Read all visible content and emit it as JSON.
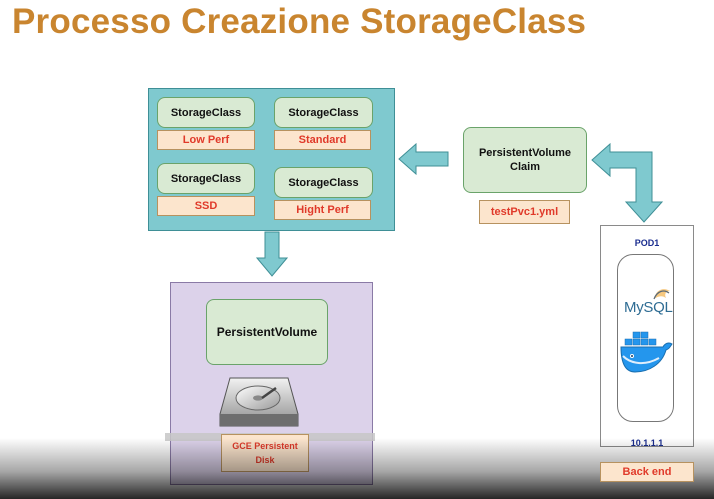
{
  "title": "Processo Creazione StorageClass",
  "storage_classes": [
    {
      "label": "StorageClass",
      "tag": "Low Perf"
    },
    {
      "label": "StorageClass",
      "tag": "Standard"
    },
    {
      "label": "StorageClass",
      "tag": "SSD"
    },
    {
      "label": "StorageClass",
      "tag": "Hight Perf"
    }
  ],
  "pvc": {
    "label": "PersistentVolume Claim",
    "file": "testPvc1.yml"
  },
  "pv": {
    "label": "PersistentVolume",
    "disk_label": "GCE Persistent Disk"
  },
  "pod": {
    "name": "POD1",
    "ip": "10.1.1.1",
    "role": "Back end",
    "app_logo_text": "MySQL"
  },
  "colors": {
    "title": "#c9852f",
    "storage_group_bg": "#7fc9cf",
    "green_box": "#d9ead3",
    "tag_box": "#fce5cd",
    "tag_text": "#e03a2a",
    "pv_area": "#dcd2ea",
    "arrow": "#7fc9cf"
  },
  "icons": [
    "hard-disk-icon",
    "mysql-logo-icon",
    "docker-whale-icon",
    "arrow-left-icon",
    "arrow-down-icon",
    "arrow-bidirectional-icon"
  ]
}
